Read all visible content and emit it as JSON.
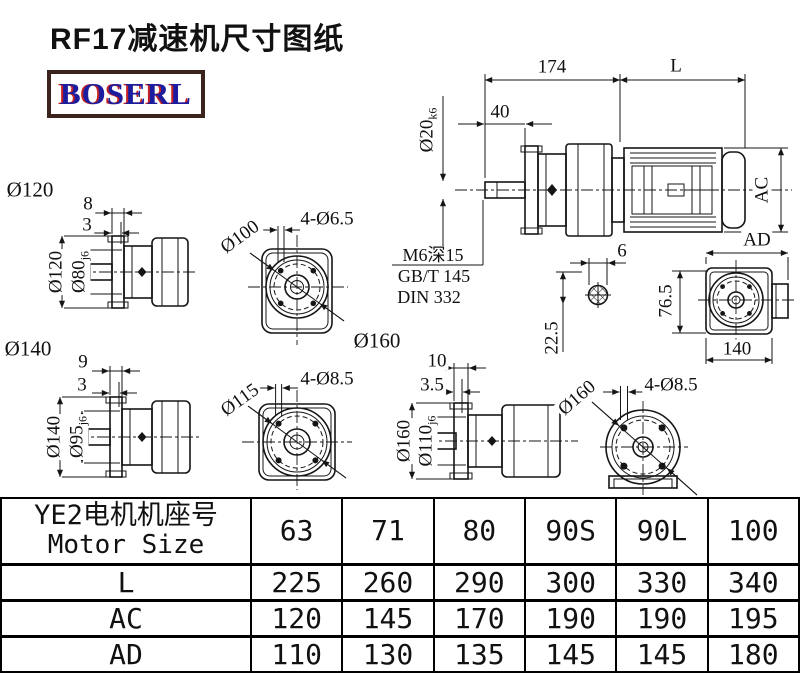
{
  "title": "RF17减速机尺寸图纸",
  "logo": "BOSERL",
  "views": {
    "main": {
      "len_total": "174",
      "len_motor": "L",
      "shaft_len": "40",
      "shaft_dia": "Ø20",
      "shaft_dia_tol": "k6",
      "motor_dia": "AC",
      "box_dim": "AD"
    },
    "note": {
      "l1": "M6深15",
      "l2": "GB/T 145",
      "l3": "DIN 332"
    },
    "key_section": {
      "width": "6",
      "depth": "22.5"
    },
    "rear": {
      "height": "76.5",
      "width": "140"
    },
    "v120": {
      "sec": "Ø120",
      "a": "8",
      "b": "3",
      "od": "Ø120",
      "sd": "Ø80",
      "sd_tol": "j6"
    },
    "f100": {
      "pcd": "Ø100",
      "holes": "4-Ø6.5"
    },
    "v140": {
      "sec": "Ø140",
      "a": "9",
      "b": "3",
      "od": "Ø140",
      "sd": "Ø95",
      "sd_tol": "j6"
    },
    "f115": {
      "pcd": "Ø115",
      "holes": "4-Ø8.5"
    },
    "v160": {
      "sec": "Ø160",
      "a": "10",
      "b": "3.5",
      "od": "Ø160",
      "sd": "Ø110",
      "sd_tol": "j6"
    },
    "f160": {
      "pcd": "Ø160",
      "holes": "4-Ø8.5"
    }
  },
  "table": {
    "header_cn": "YE2电机机座号",
    "header_en": "Motor Size",
    "sizes": [
      "63",
      "71",
      "80",
      "90S",
      "90L",
      "100"
    ],
    "rows": [
      {
        "label": "L",
        "values": [
          "225",
          "260",
          "290",
          "300",
          "330",
          "340"
        ]
      },
      {
        "label": "AC",
        "values": [
          "120",
          "145",
          "170",
          "190",
          "190",
          "195"
        ]
      },
      {
        "label": "AD",
        "values": [
          "110",
          "130",
          "135",
          "145",
          "145",
          "180"
        ]
      }
    ]
  },
  "colors": {
    "line": "#151515",
    "logo_blue": "#1c1c9e",
    "logo_red": "#c62222",
    "logo_border": "#3b241e"
  }
}
